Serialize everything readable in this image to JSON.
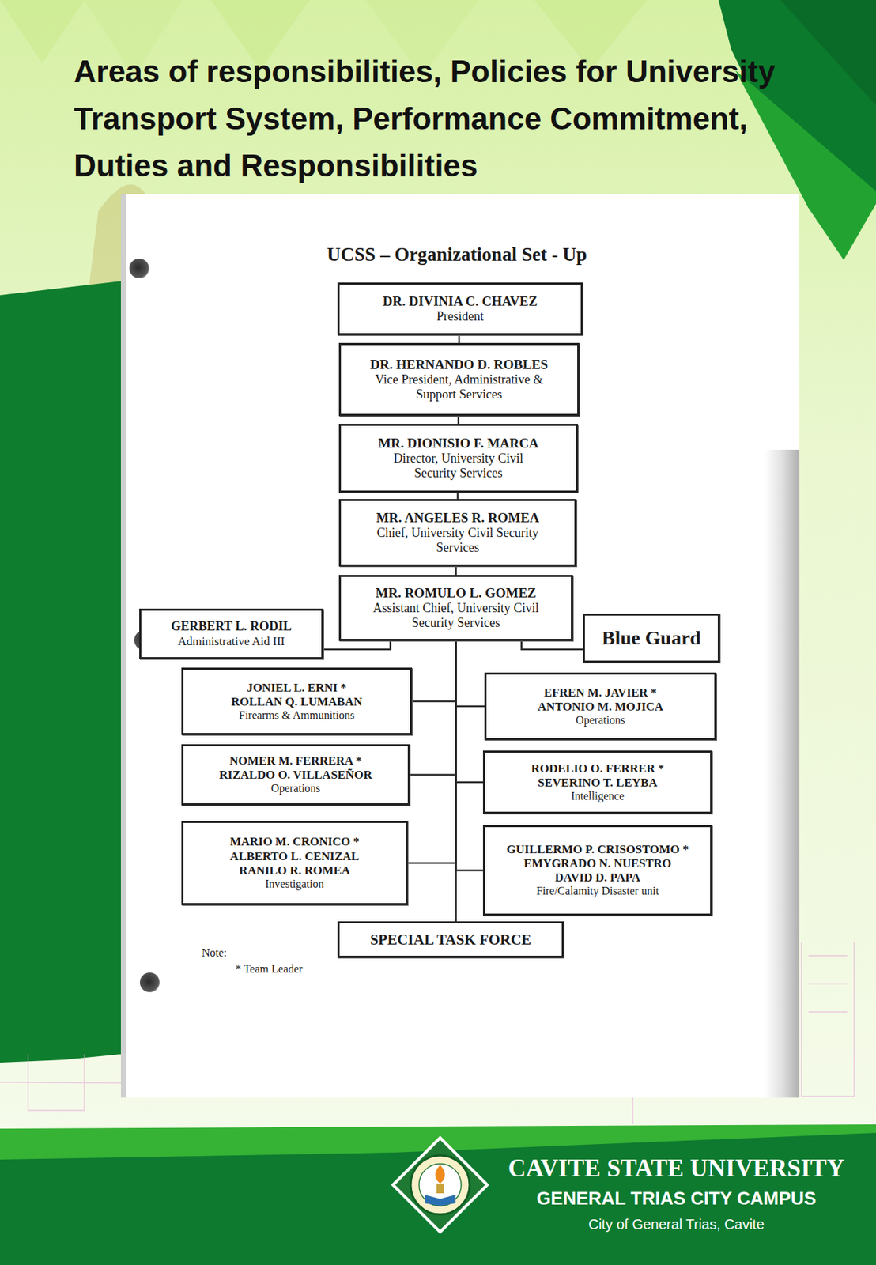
{
  "diagram": {
    "title": "Areas of responsibilities, Policies for University Transport System, Performance Commitment, Duties and Responsibilities",
    "nodes": [
      {
        "text": [
          "DR. DIVINIA C. CHAVEZ",
          "President"
        ]
      },
      {
        "text": [
          "DR. HERNANDO D. ROBLES",
          "Vice President, Administrative & Support Services"
        ]
      },
      {
        "text": [
          "MR. DIONISIO F. MARCA",
          "Director, University Civil Security Services"
        ]
      },
      {
        "text": [
          "MR. ANGELES R. ROMEA",
          "Chief, University Civil Security Services"
        ]
      },
      {
        "text": [
          "MR. ROMULO L. GOMEZ",
          "Assistant Chief, University Civil Security Services"
        ]
      },
      {
        "text": [
          "GERBERT L. RODIL",
          "Administrative Aid III"
        ]
      },
      {
        "text": [
          "Blue Guard"
        ]
      },
      {
        "text": [
          "JONIEL L. ERNI *",
          "ROLLAN Q. LUMABAN",
          "Firearms & Ammunitions"
        ]
      },
      {
        "text": [
          "EFREN M. JAVIER *",
          "ANTONIO M. MOJICA",
          "Operations"
        ]
      },
      {
        "text": [
          "NOMER M. FERRERA *",
          "RIZALDO O. VILLASEÑOR",
          "Operations"
        ]
      },
      {
        "text": [
          "RODELIO O. FERRER *",
          "SEVERINO T. LEYBA",
          "Intelligence"
        ]
      },
      {
        "text": [
          "MARIO M. CRONICO *",
          "ALBERTO L. CENIZAL",
          "RANILO R. ROMEA",
          "Investigation"
        ]
      },
      {
        "text": [
          "GUILLERMO P. CRISOSTOMO *",
          "EMYGRADO N. NUESTRO",
          "DAVID D. PAPA",
          "Fire/Calamity Disaster unit"
        ]
      },
      {
        "text": [
          "SPECIAL TASK FORCE"
        ]
      }
    ],
    "edges": [
      {
        "from": 0,
        "to": 1,
        "arrow": "none"
      },
      {
        "from": 1,
        "to": 2,
        "arrow": "none"
      },
      {
        "from": 2,
        "to": 3,
        "arrow": "none"
      },
      {
        "from": 3,
        "to": 4,
        "arrow": "none"
      },
      {
        "from": 4,
        "to": 5,
        "arrow": "none"
      },
      {
        "from": 4,
        "to": 6,
        "arrow": "none"
      },
      {
        "from": 4,
        "to": 7,
        "arrow": "none"
      },
      {
        "from": 4,
        "to": 8,
        "arrow": "none"
      },
      {
        "from": 4,
        "to": 9,
        "arrow": "none"
      },
      {
        "from": 4,
        "to": 10,
        "arrow": "none"
      },
      {
        "from": 4,
        "to": 11,
        "arrow": "none"
      },
      {
        "from": 4,
        "to": 12,
        "arrow": "none"
      },
      {
        "from": 4,
        "to": 13,
        "arrow": "none"
      }
    ],
    "labels": [
      "UCSS – Organizational Set - Up",
      "Note:",
      "* Team Leader",
      "CAVITE STATE UNIVERSITY",
      "GENERAL TRIAS CITY CAMPUS",
      "City of General Trias, Cavite"
    ]
  }
}
